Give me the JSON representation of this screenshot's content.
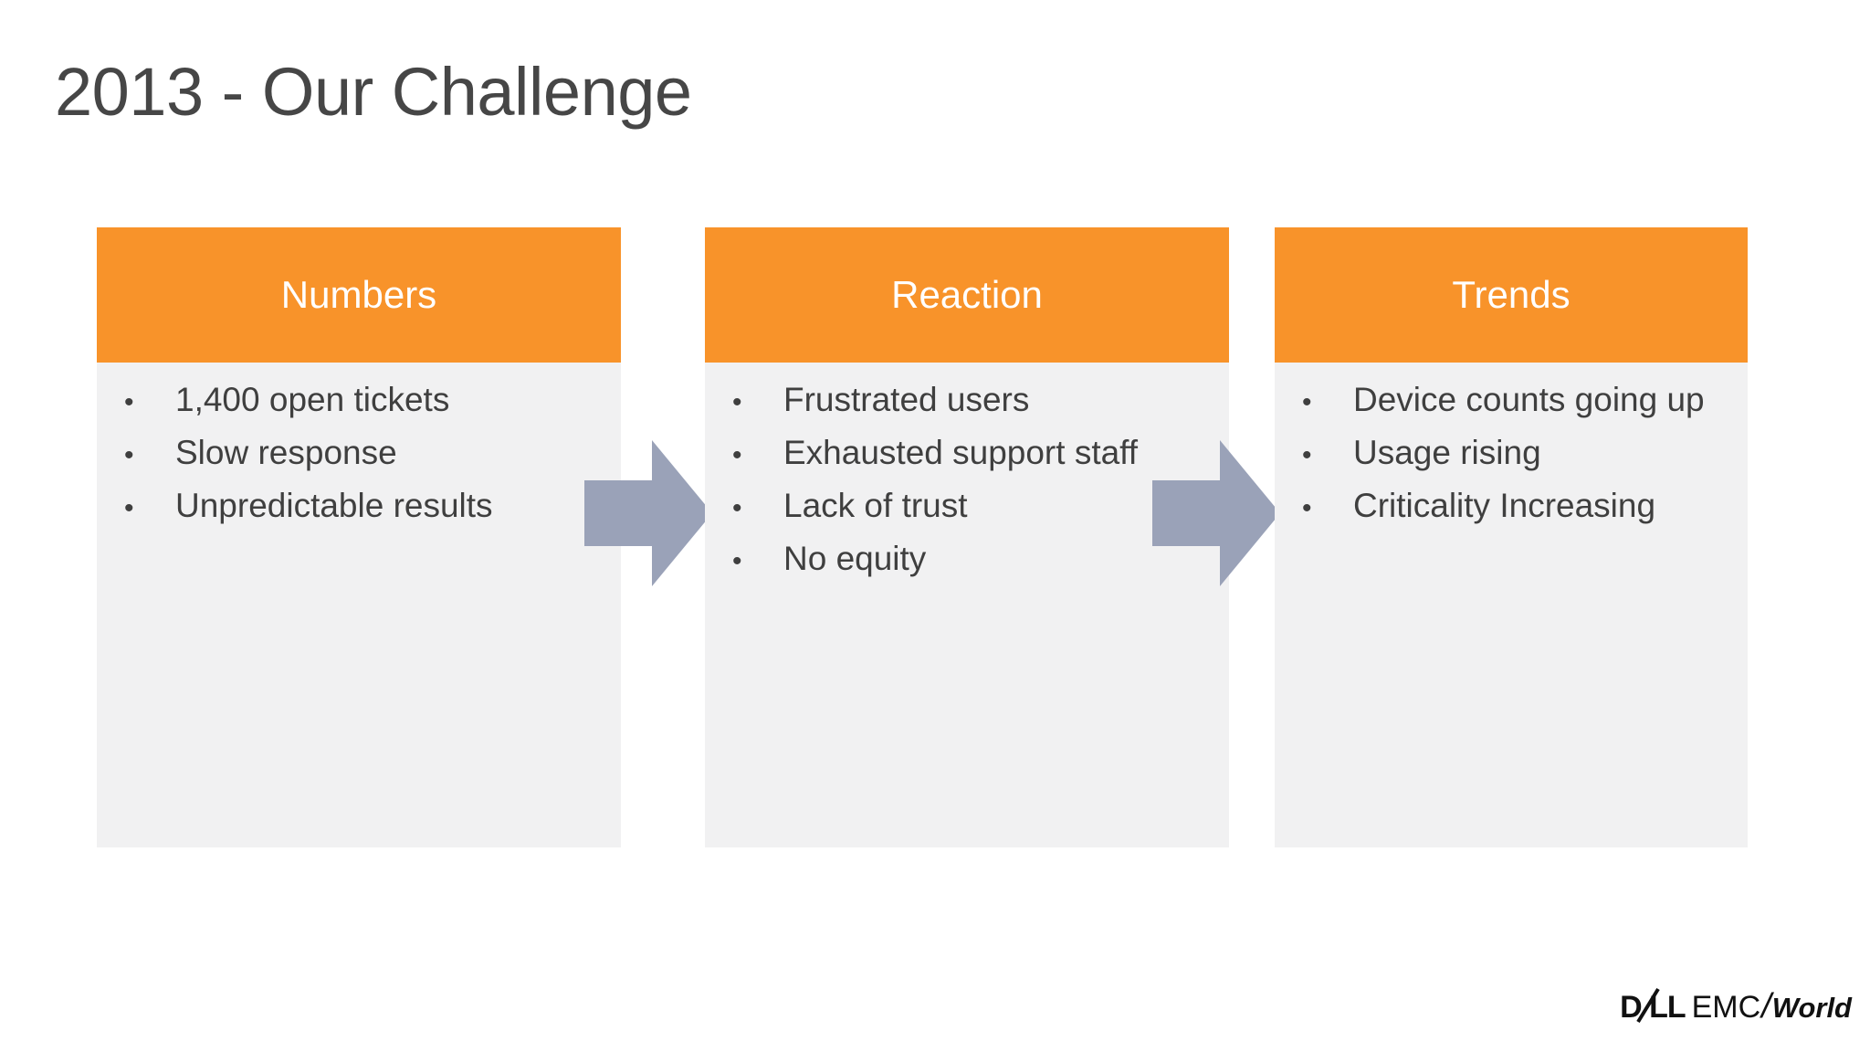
{
  "slide": {
    "title": "2013 - Our Challenge",
    "background_color": "#ffffff",
    "accent_color": "#f8932a",
    "card_body_color": "#f1f1f2",
    "text_color": "#3f3f3f",
    "arrow_color": "#9aa2b8"
  },
  "cards": [
    {
      "title": "Numbers",
      "bullet_glyph": "•",
      "bullets": [
        "1,400 open tickets",
        "Slow response",
        "Unpredictable results"
      ]
    },
    {
      "title": "Reaction",
      "bullet_glyph": "•",
      "bullets": [
        "Frustrated users",
        "Exhausted support staff",
        "Lack of trust",
        "No equity"
      ]
    },
    {
      "title": "Trends",
      "bullet_glyph": "•",
      "bullets": [
        "Device counts going up",
        "Usage rising",
        "Criticality Increasing"
      ]
    }
  ],
  "logo": {
    "dell": "D LL",
    "emc": "EMC",
    "separator": "/",
    "world": "World"
  }
}
